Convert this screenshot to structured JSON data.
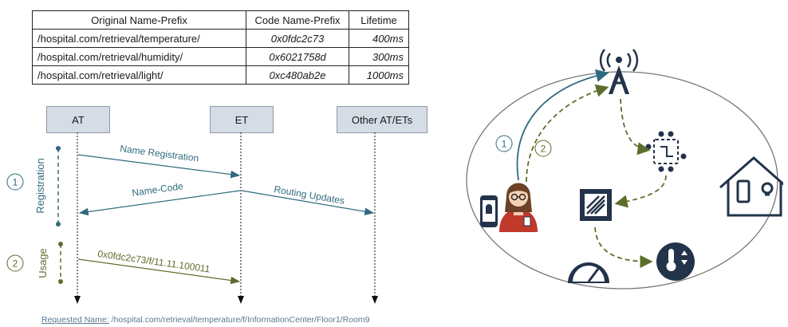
{
  "table": {
    "headers": [
      "Original Name-Prefix",
      "Code Name-Prefix",
      "Lifetime"
    ],
    "rows": [
      [
        "/hospital.com/retrieval/temperature/",
        "0x0fdc2c73",
        "400ms"
      ],
      [
        "/hospital.com/retrieval/humidity/",
        "0x6021758d",
        "300ms"
      ],
      [
        "/hospital.com/retrieval/light/",
        "0xc480ab2e",
        "1000ms"
      ]
    ]
  },
  "sequence": {
    "participants": [
      "AT",
      "ET",
      "Other AT/ETs"
    ],
    "phases": [
      {
        "number": "1",
        "label": "Registration"
      },
      {
        "number": "2",
        "label": "Usage"
      }
    ],
    "messages": {
      "name_registration": "Name Registration",
      "name_code": "Name-Code",
      "routing_updates": "Routing Updates",
      "usage_request": "0x0fdc2c73/f/11.11.100011"
    },
    "requested_name_label": "Requested Name:",
    "requested_name_value": " /hospital.com/retrieval/temperature/f/InformationCenter/Floor1/Room9"
  },
  "scene": {
    "path_numbers": [
      "1",
      "2"
    ],
    "icons": [
      "broadcast-tower-icon",
      "circuit-chip-icon",
      "smart-home-icon",
      "sensor-chip-icon",
      "speedometer-icon",
      "thermometer-icon",
      "smartphone-icon",
      "nurse-avatar-icon"
    ]
  },
  "colors": {
    "teal": "#2f6b7e",
    "olive": "#5d6e2c",
    "box_fill": "#d6dce5",
    "number_fill": "#22334a"
  }
}
